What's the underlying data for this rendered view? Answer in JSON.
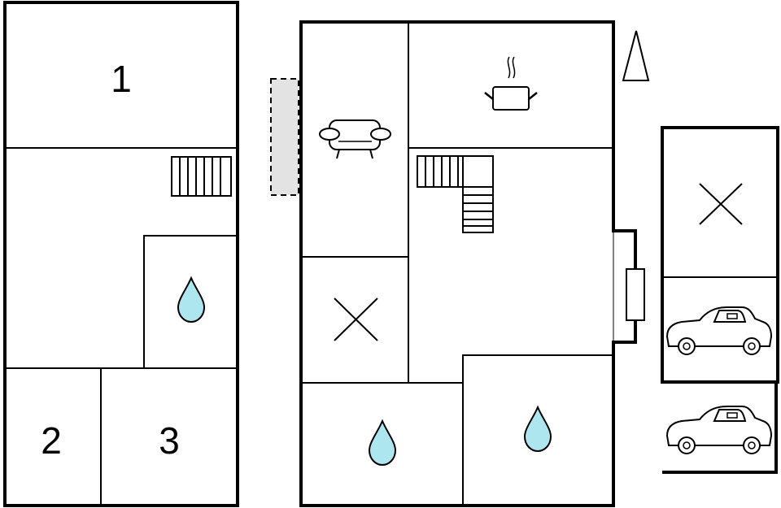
{
  "floor_plan": {
    "colors": {
      "wall": "#000000",
      "water_fill": "#aee6ef",
      "balcony_fill": "#e3e3e3",
      "background": "#ffffff"
    },
    "left_floor": {
      "rooms": [
        {
          "label": "1",
          "kind": "bedroom"
        },
        {
          "label": "2",
          "kind": "bedroom"
        },
        {
          "label": "3",
          "kind": "bedroom"
        }
      ],
      "icons": [
        "staircase-icon",
        "water-drop-icon"
      ]
    },
    "main_floor": {
      "icons": [
        "sofa-icon",
        "cooking-pot-icon",
        "staircase-icon",
        "cross-icon",
        "water-drop-icon",
        "water-drop-icon",
        "door-icon"
      ],
      "balcony": "dashed-outline"
    },
    "outbuilding": {
      "icons": [
        "cross-icon",
        "car-icon",
        "car-icon"
      ]
    },
    "compass": "north-arrow-icon"
  }
}
